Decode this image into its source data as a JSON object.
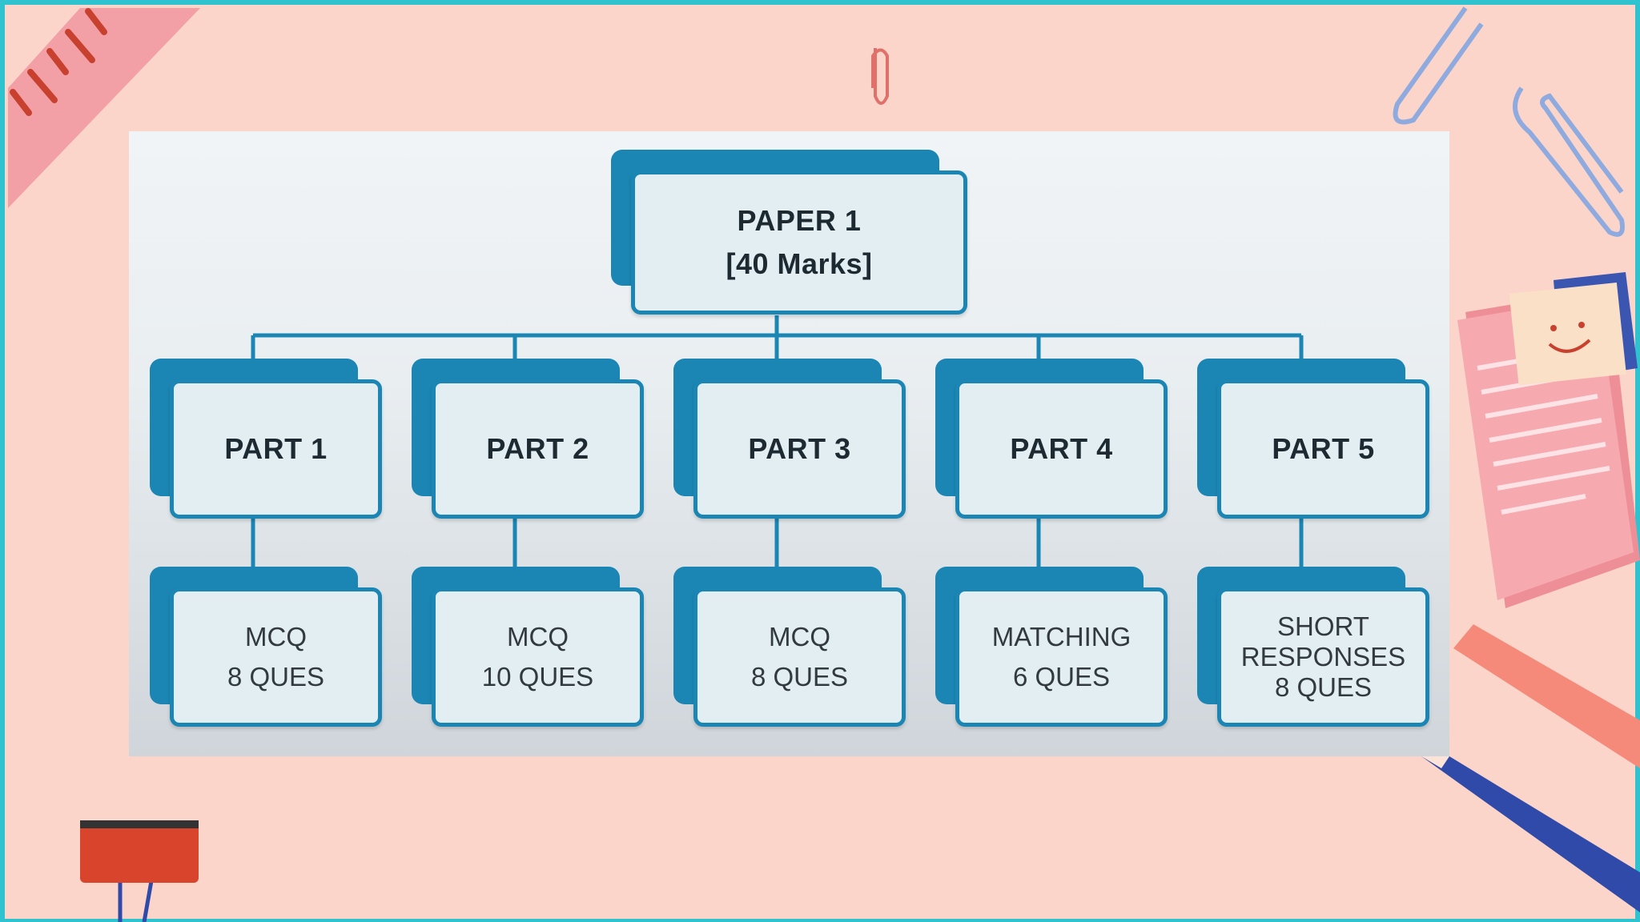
{
  "root": {
    "line1": "PAPER 1",
    "line2": "[40 Marks]"
  },
  "parts": [
    {
      "label": "PART 1",
      "detail": [
        "MCQ",
        "8 QUES"
      ]
    },
    {
      "label": "PART 2",
      "detail": [
        "MCQ",
        "10 QUES"
      ]
    },
    {
      "label": "PART 3",
      "detail": [
        "MCQ",
        "8 QUES"
      ]
    },
    {
      "label": "PART 4",
      "detail": [
        "MATCHING",
        "6 QUES"
      ]
    },
    {
      "label": "PART 5",
      "detail": [
        "SHORT",
        "RESPONSES",
        "8 QUES"
      ]
    }
  ],
  "colors": {
    "node_blue": "#1b86b4",
    "node_fill": "#e3eef3",
    "background": "#fbd5c9",
    "frame": "#2fc3cf"
  },
  "decorations": [
    "ruler-icon",
    "paperclip-icon",
    "sticky-note-icon",
    "notebook-icon",
    "pencil-icon",
    "binder-clip-icon"
  ]
}
